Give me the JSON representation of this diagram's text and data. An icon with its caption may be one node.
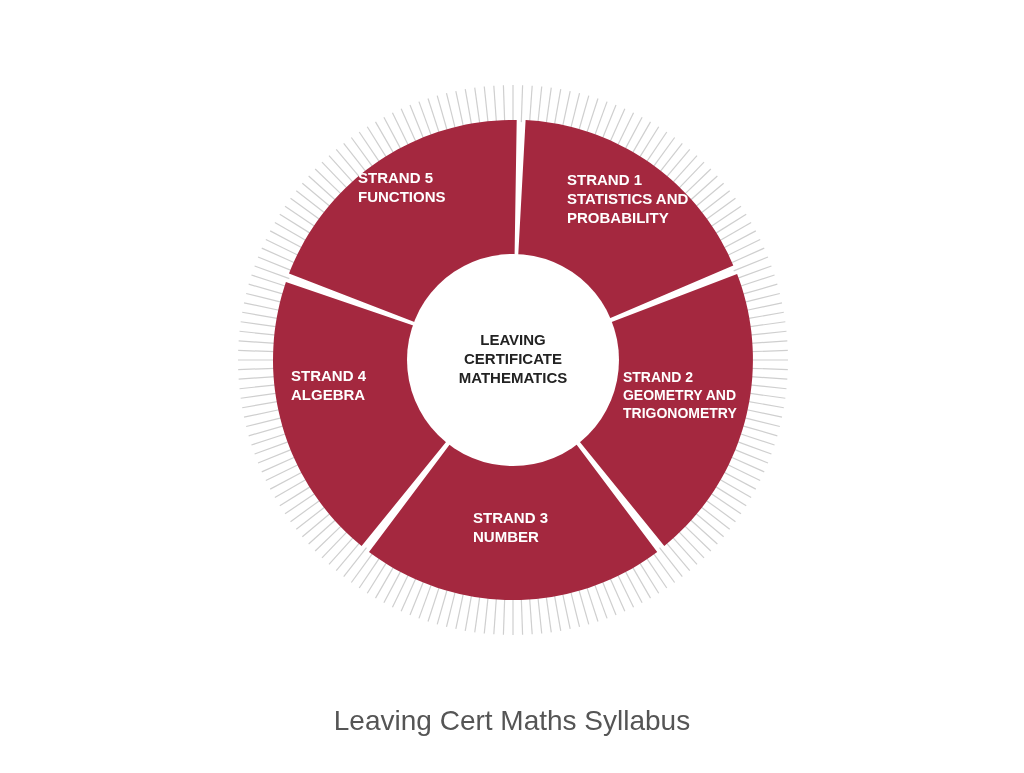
{
  "diagram": {
    "caption": "Leaving Cert Maths Syllabus",
    "nodes": [
      {
        "text": [
          "LEAVING CERTIFICATE MATHEMATICS"
        ]
      },
      {
        "text": [
          "STRAND 1",
          "STATISTICS AND PROBABILITY"
        ]
      },
      {
        "text": [
          "STRAND 2",
          "GEOMETRY AND TRIGONOMETRY"
        ]
      },
      {
        "text": [
          "STRAND 3",
          "NUMBER"
        ]
      },
      {
        "text": [
          "STRAND 4",
          "ALGEBRA"
        ]
      },
      {
        "text": [
          "STRAND 5",
          "FUNCTIONS"
        ]
      }
    ]
  }
}
